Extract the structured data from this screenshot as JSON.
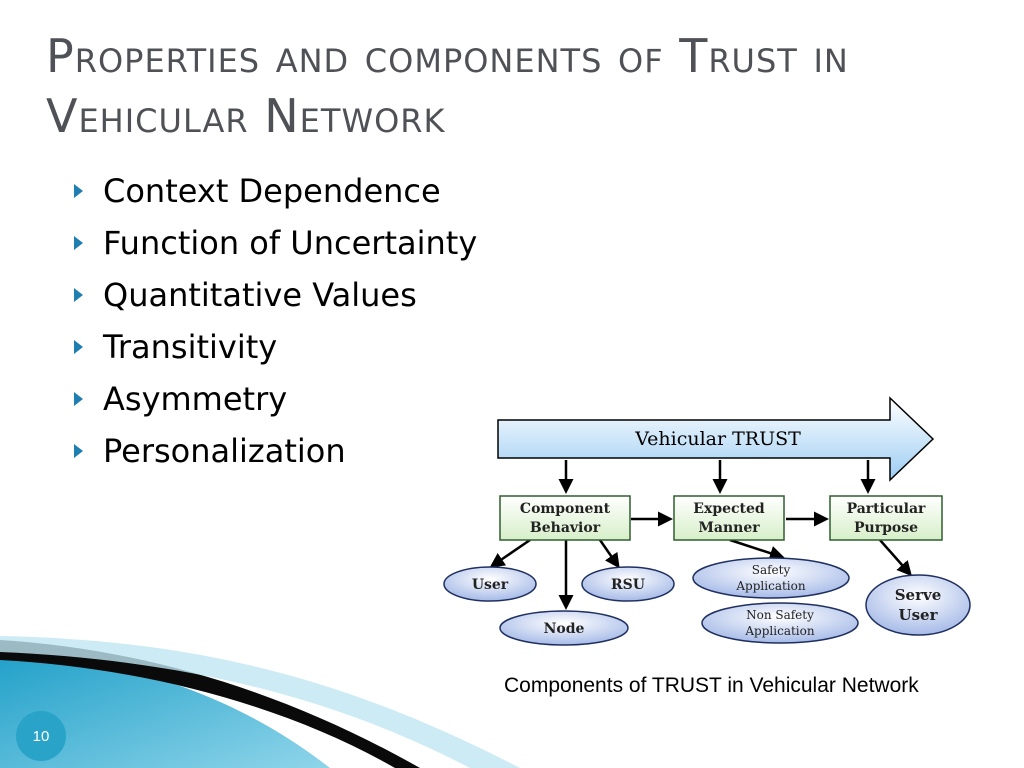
{
  "slide": {
    "title": "Properties and components of Trust in Vehicular Network",
    "bullets": [
      "Context Dependence",
      "Function of Uncertainty",
      "Quantitative Values",
      "Transitivity",
      "Asymmetry",
      "Personalization"
    ],
    "page_number": "10"
  },
  "diagram": {
    "banner": "Vehicular  TRUST",
    "boxes": {
      "component_line1": "Component",
      "component_line2": "Behavior",
      "expected_line1": "Expected",
      "expected_line2": "Manner",
      "particular_line1": "Particular",
      "particular_line2": "Purpose"
    },
    "ellipses": {
      "user": "User",
      "rsu": "RSU",
      "node": "Node",
      "safety_line1": "Safety",
      "safety_line2": "Application",
      "nonsafety_line1": "Non Safety",
      "nonsafety_line2": "Application",
      "serve_line1": "Serve",
      "serve_line2": "User"
    },
    "caption": "Components of TRUST in Vehicular Network"
  },
  "colors": {
    "accent": "#1f7fb0",
    "box_fill": "#e6f5dd",
    "box_border": "#2f5f2f",
    "ellipse_fill": "#c7d6f2",
    "banner_fill": "#a9d3f5"
  }
}
